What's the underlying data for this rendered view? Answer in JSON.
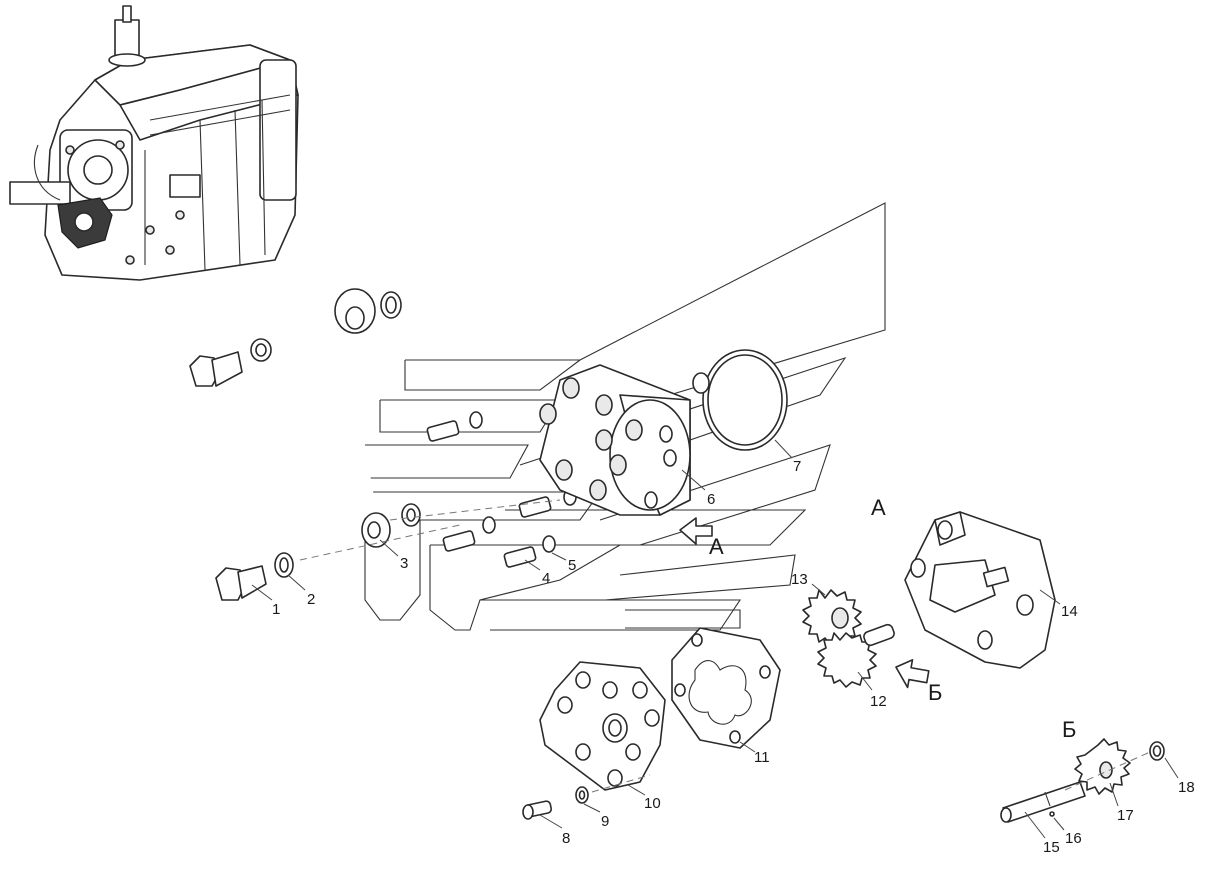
{
  "callouts": [
    {
      "id": "1",
      "label": "1"
    },
    {
      "id": "2",
      "label": "2"
    },
    {
      "id": "3",
      "label": "3"
    },
    {
      "id": "4",
      "label": "4"
    },
    {
      "id": "5",
      "label": "5"
    },
    {
      "id": "6",
      "label": "6"
    },
    {
      "id": "7",
      "label": "7"
    },
    {
      "id": "8",
      "label": "8"
    },
    {
      "id": "9",
      "label": "9"
    },
    {
      "id": "10",
      "label": "10"
    },
    {
      "id": "11",
      "label": "11"
    },
    {
      "id": "12",
      "label": "12"
    },
    {
      "id": "13",
      "label": "13"
    },
    {
      "id": "14",
      "label": "14"
    },
    {
      "id": "15",
      "label": "15"
    },
    {
      "id": "16",
      "label": "16"
    },
    {
      "id": "17",
      "label": "17"
    },
    {
      "id": "18",
      "label": "18"
    }
  ],
  "views": {
    "a_title": "А",
    "a_arrow": "А",
    "b_title": "Б",
    "b_arrow": "Б"
  }
}
